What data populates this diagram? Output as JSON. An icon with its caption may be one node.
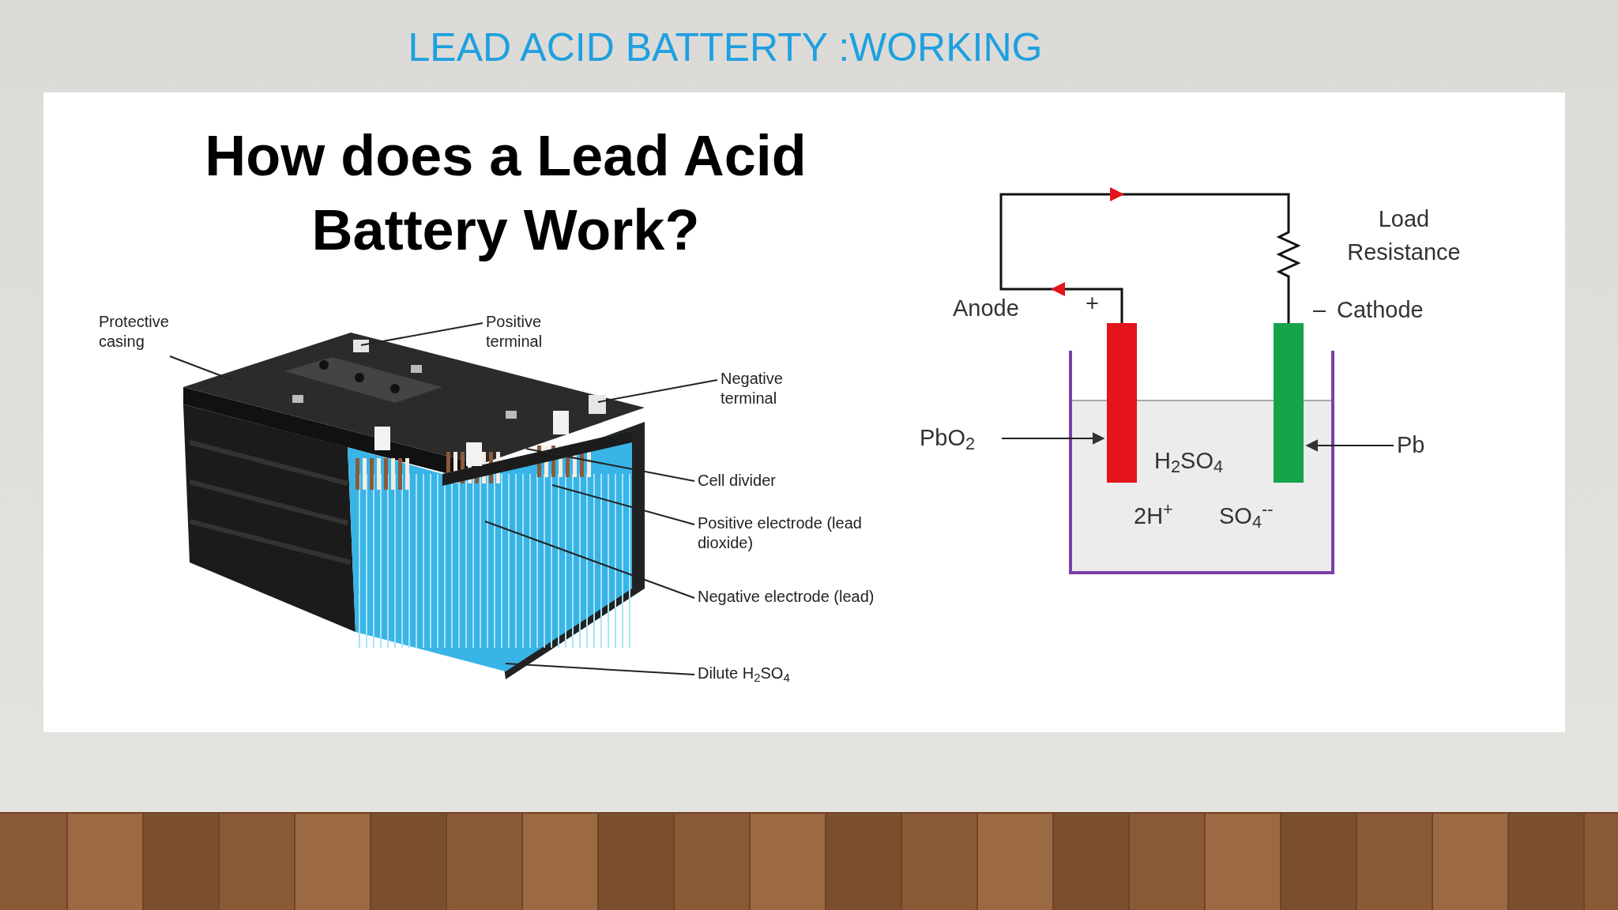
{
  "diagram": {
    "title": "LEAD ACID BATTERTY :WORKING",
    "nodes": [
      {
        "text": [
          "Protective casing"
        ]
      },
      {
        "text": [
          "Positive terminal"
        ]
      },
      {
        "text": [
          "Negative terminal"
        ]
      },
      {
        "text": [
          "Cell divider"
        ]
      },
      {
        "text": [
          "Positive electrode (lead dioxide)"
        ]
      },
      {
        "text": [
          "Negative electrode (lead)"
        ]
      },
      {
        "text": [
          "Dilute H$_{2}$SO$_{4}$"
        ]
      },
      {
        "text": [
          "PbO$_{2}$"
        ]
      },
      {
        "text": [],
        "shape": "bar"
      },
      {
        "text": [],
        "shape": "bar"
      },
      {
        "text": [
          "Pb"
        ]
      },
      {
        "text": [],
        "shape": "picture"
      }
    ],
    "edges": [
      {
        "from": 0,
        "to": 11,
        "arrow": "none"
      },
      {
        "from": 1,
        "to": 11,
        "arrow": "none"
      },
      {
        "from": 2,
        "to": 11,
        "arrow": "none"
      },
      {
        "from": 3,
        "to": 11,
        "arrow": "none"
      },
      {
        "from": 4,
        "to": 11,
        "arrow": "none"
      },
      {
        "from": 5,
        "to": 11,
        "arrow": "none"
      },
      {
        "from": 6,
        "to": 11,
        "arrow": "none"
      },
      {
        "from": 7,
        "to": 8,
        "arrow": "to"
      },
      {
        "from": 10,
        "to": 9,
        "arrow": "to"
      },
      {
        "from": 8,
        "to": 9,
        "arrow": "to"
      }
    ],
    "labels": [
      "How does a Lead Acid Battery Work?",
      "Anode",
      "+",
      "Load Resistance",
      "–",
      "Cathode",
      "H$_{2}$SO$_{4}$",
      "2H$^{+}$",
      "SO$_{4}$$^{--}$"
    ]
  }
}
